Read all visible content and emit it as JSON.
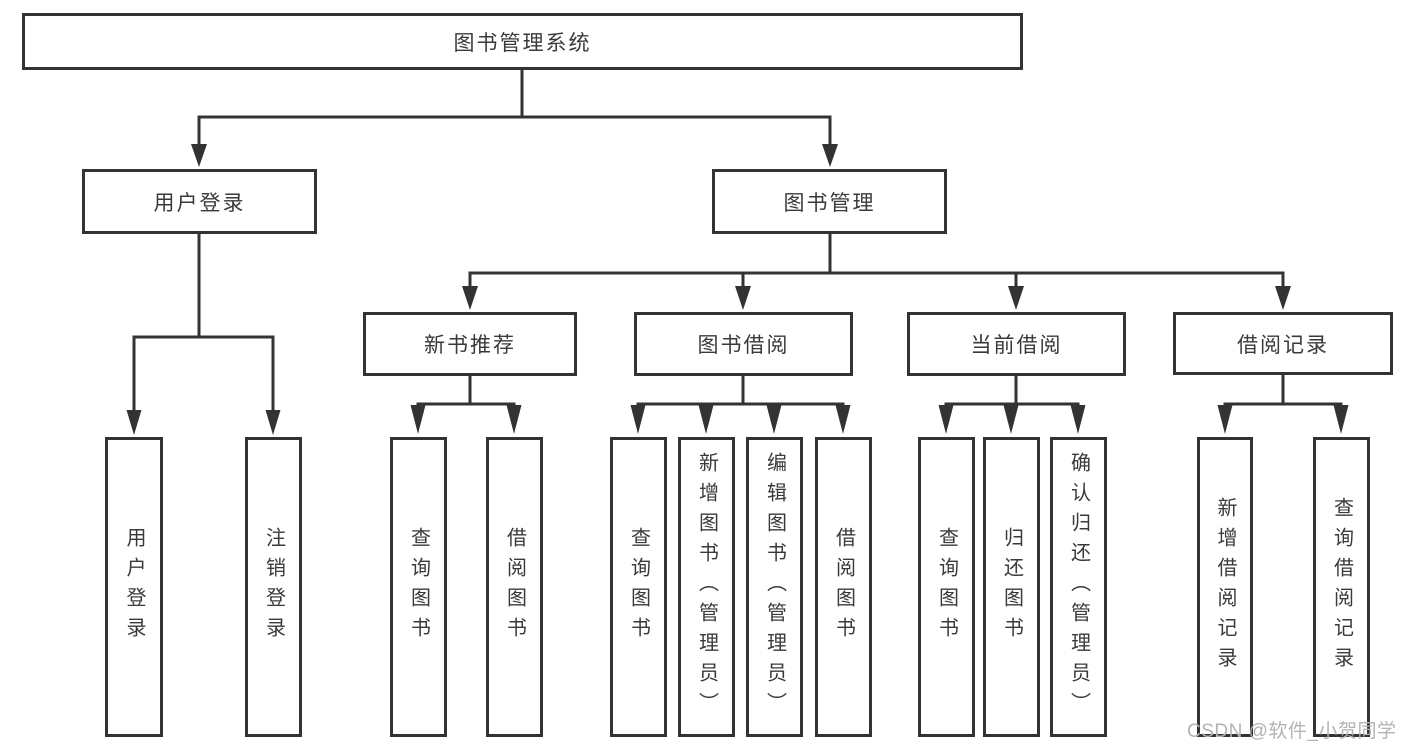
{
  "tree": {
    "label": "图书管理系统",
    "children": [
      {
        "label": "用户登录",
        "children": [
          {
            "label": "用户登录"
          },
          {
            "label": "注销登录"
          }
        ]
      },
      {
        "label": "图书管理",
        "children": [
          {
            "label": "新书推荐",
            "children": [
              {
                "label": "查询图书"
              },
              {
                "label": "借阅图书"
              }
            ]
          },
          {
            "label": "图书借阅",
            "children": [
              {
                "label": "查询图书"
              },
              {
                "label": "新增图书（管理员）"
              },
              {
                "label": "编辑图书（管理员）"
              },
              {
                "label": "借阅图书"
              }
            ]
          },
          {
            "label": "当前借阅",
            "children": [
              {
                "label": "查询图书"
              },
              {
                "label": "归还图书"
              },
              {
                "label": "确认归还（管理员）"
              }
            ]
          },
          {
            "label": "借阅记录",
            "children": [
              {
                "label": "新增借阅记录"
              },
              {
                "label": "查询借阅记录"
              }
            ]
          }
        ]
      }
    ]
  },
  "watermark": "CSDN @软件_小贺同学",
  "colors": {
    "line": "#333333",
    "text": "#3a3a3a",
    "box_background": "#ffffff",
    "watermark": "#b3b3b3"
  }
}
